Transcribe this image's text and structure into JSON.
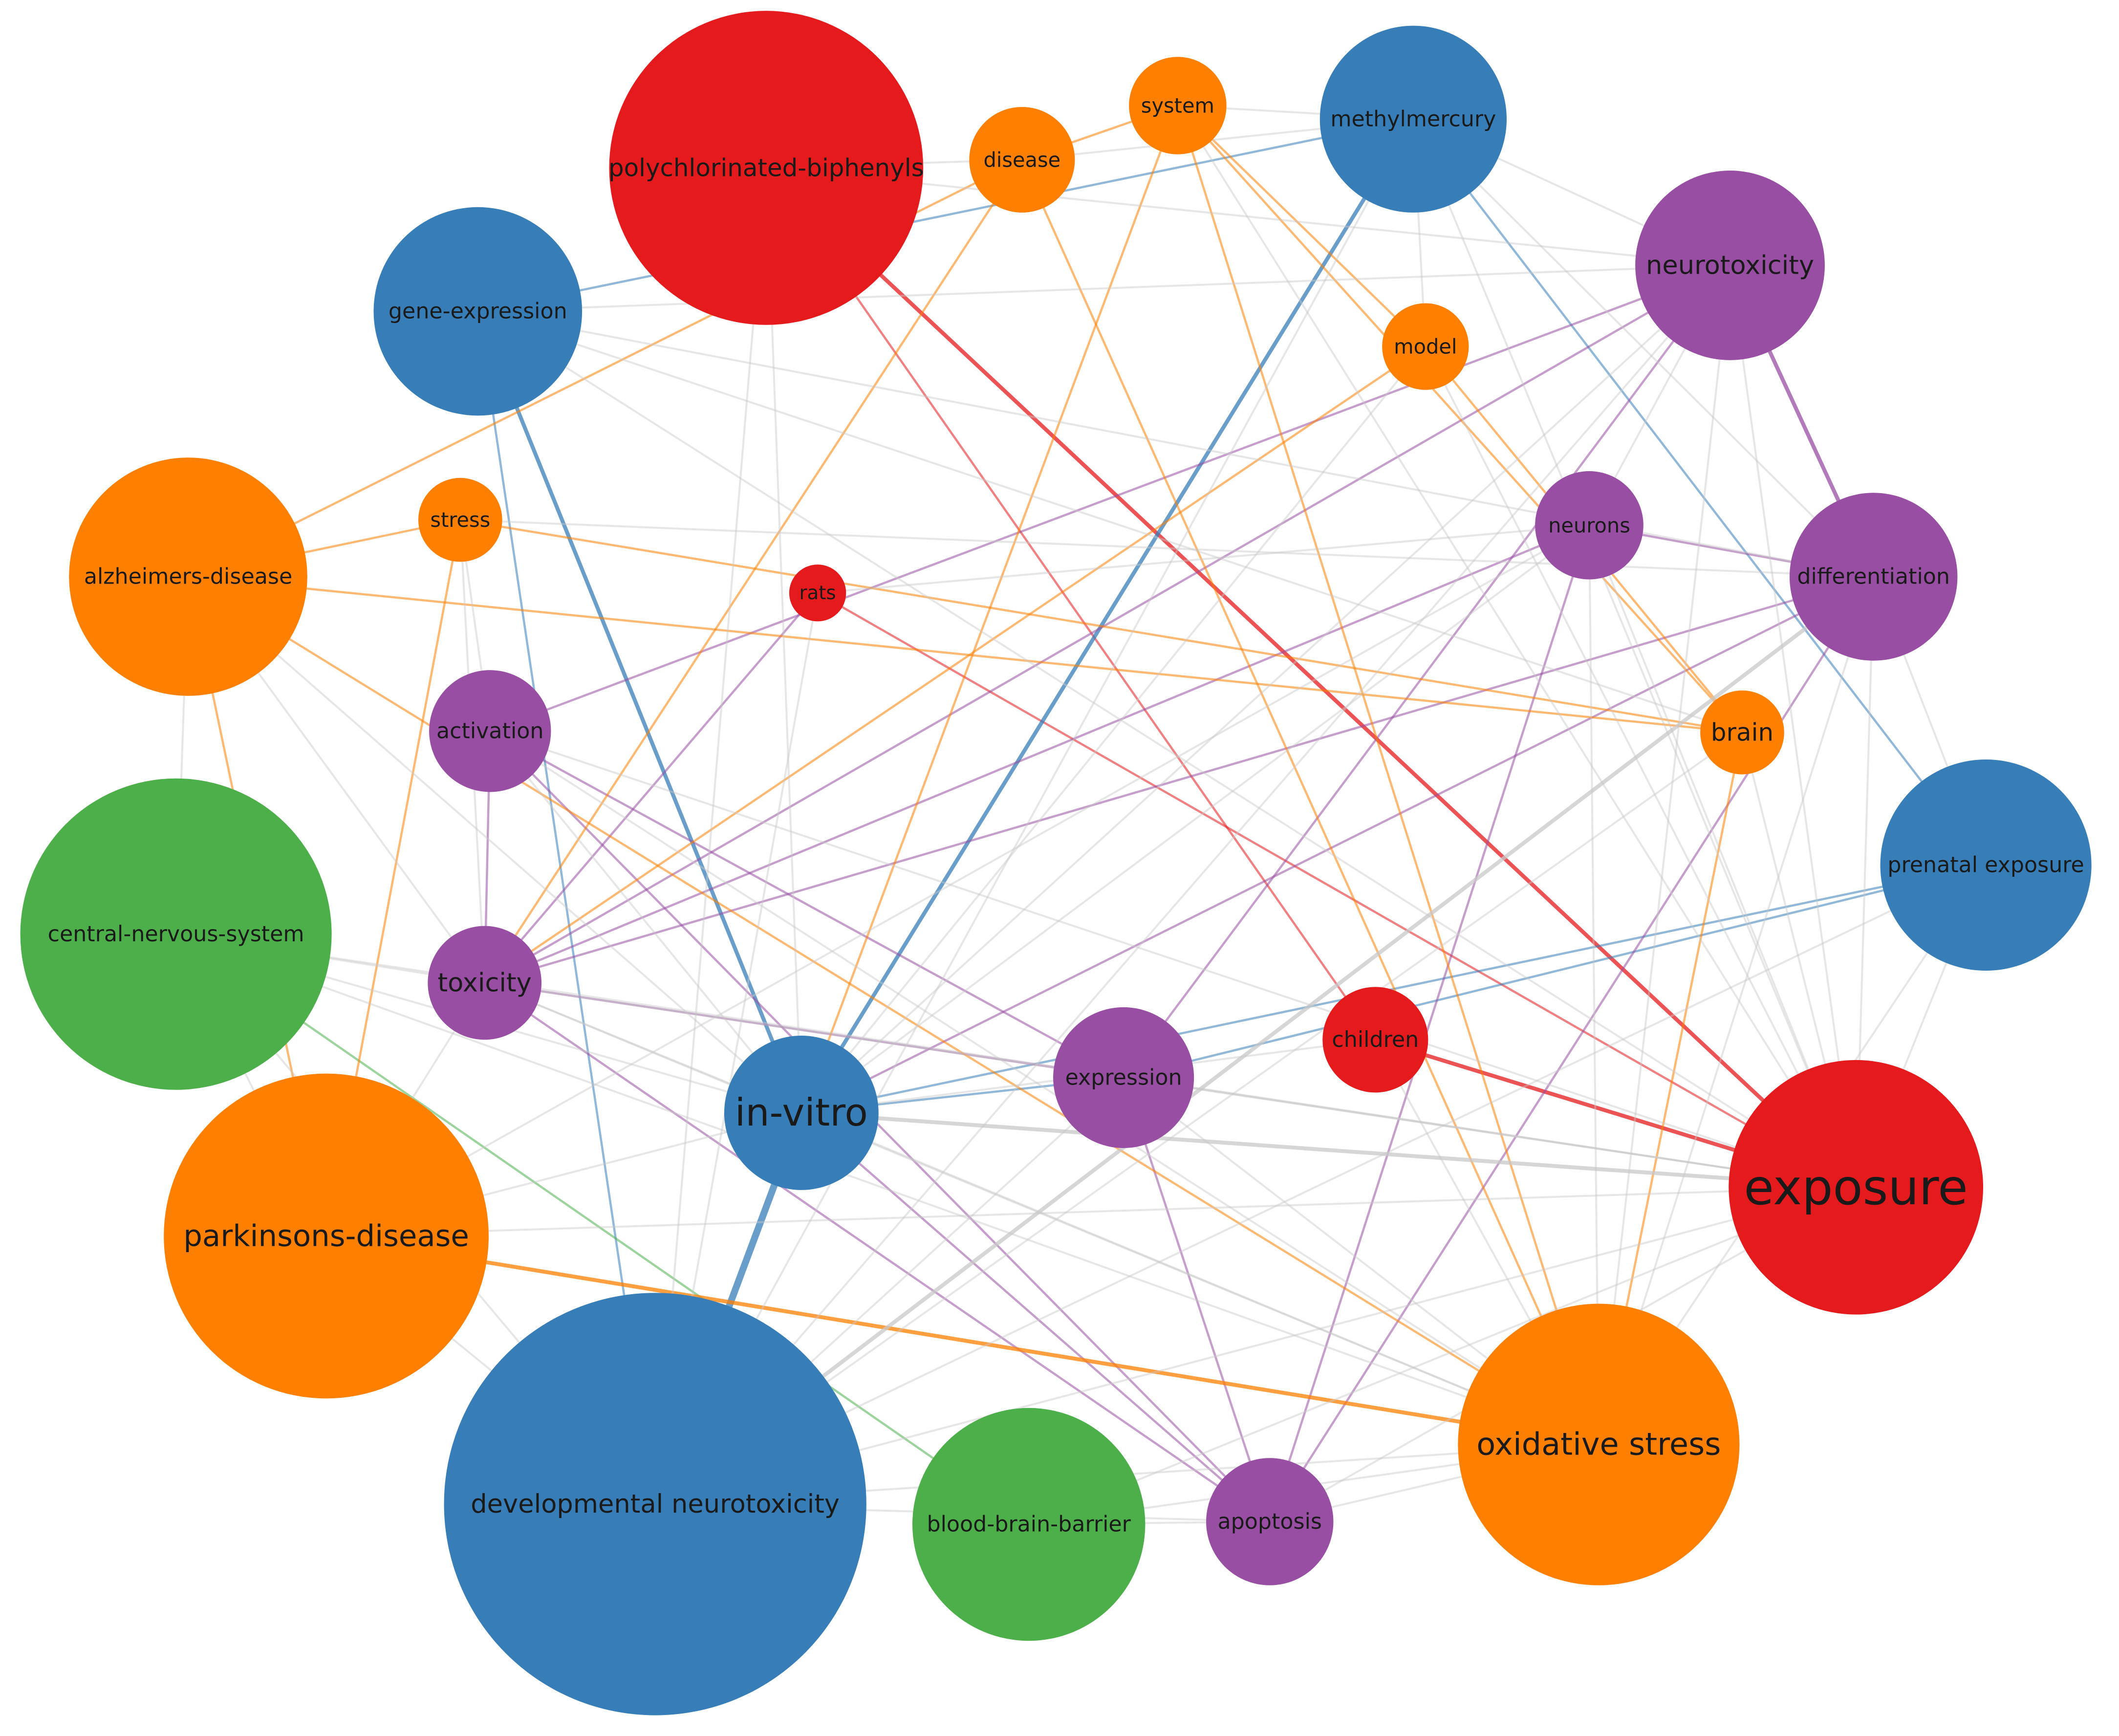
{
  "palette": {
    "red": "#e41a1c",
    "blue": "#377eb8",
    "green": "#4daf4a",
    "purple": "#984ea3",
    "orange": "#ff7f00",
    "edge_gray": "#c8c8c8"
  },
  "nodes": [
    {
      "id": "polychlorinated-biphenyls",
      "label": "polychlorinated-biphenyls",
      "cluster": "red"
    },
    {
      "id": "disease",
      "label": "disease",
      "cluster": "orange"
    },
    {
      "id": "system",
      "label": "system",
      "cluster": "orange"
    },
    {
      "id": "methylmercury",
      "label": "methylmercury",
      "cluster": "blue"
    },
    {
      "id": "gene-expression",
      "label": "gene-expression",
      "cluster": "blue"
    },
    {
      "id": "neurotoxicity",
      "label": "neurotoxicity",
      "cluster": "purple"
    },
    {
      "id": "model",
      "label": "model",
      "cluster": "orange"
    },
    {
      "id": "stress",
      "label": "stress",
      "cluster": "orange"
    },
    {
      "id": "alzheimers-disease",
      "label": "alzheimers-disease",
      "cluster": "orange"
    },
    {
      "id": "neurons",
      "label": "neurons",
      "cluster": "purple"
    },
    {
      "id": "differentiation",
      "label": "differentiation",
      "cluster": "purple"
    },
    {
      "id": "rats",
      "label": "rats",
      "cluster": "red"
    },
    {
      "id": "activation",
      "label": "activation",
      "cluster": "purple"
    },
    {
      "id": "brain",
      "label": "brain",
      "cluster": "orange"
    },
    {
      "id": "prenatal-exposure",
      "label": "prenatal exposure",
      "cluster": "blue"
    },
    {
      "id": "central-nervous-system",
      "label": "central-nervous-system",
      "cluster": "green"
    },
    {
      "id": "toxicity",
      "label": "toxicity",
      "cluster": "purple"
    },
    {
      "id": "children",
      "label": "children",
      "cluster": "red"
    },
    {
      "id": "expression",
      "label": "expression",
      "cluster": "purple"
    },
    {
      "id": "in-vitro",
      "label": "in-vitro",
      "cluster": "blue"
    },
    {
      "id": "exposure",
      "label": "exposure",
      "cluster": "red"
    },
    {
      "id": "parkinsons-disease",
      "label": "parkinsons-disease",
      "cluster": "orange"
    },
    {
      "id": "oxidative-stress",
      "label": "oxidative stress",
      "cluster": "orange"
    },
    {
      "id": "developmental-neurotoxicity",
      "label": "developmental neurotoxicity",
      "cluster": "blue"
    },
    {
      "id": "blood-brain-barrier",
      "label": "blood-brain-barrier",
      "cluster": "green"
    },
    {
      "id": "apoptosis",
      "label": "apoptosis",
      "cluster": "purple"
    }
  ],
  "edges": [
    [
      "polychlorinated-biphenyls",
      "exposure",
      "red"
    ],
    [
      "rats",
      "exposure",
      "red"
    ],
    [
      "children",
      "exposure",
      "red"
    ],
    [
      "polychlorinated-biphenyls",
      "children",
      "red"
    ],
    [
      "in-vitro",
      "developmental-neurotoxicity",
      "blue"
    ],
    [
      "methylmercury",
      "in-vitro",
      "blue"
    ],
    [
      "gene-expression",
      "in-vitro",
      "blue"
    ],
    [
      "in-vitro",
      "expression",
      "blue"
    ],
    [
      "expression",
      "prenatal-exposure",
      "blue"
    ],
    [
      "methylmercury",
      "prenatal-exposure",
      "blue"
    ],
    [
      "gene-expression",
      "methylmercury",
      "blue"
    ],
    [
      "gene-expression",
      "developmental-neurotoxicity",
      "blue"
    ],
    [
      "in-vitro",
      "prenatal-exposure",
      "blue"
    ],
    [
      "central-nervous-system",
      "blood-brain-barrier",
      "green"
    ],
    [
      "neurotoxicity",
      "differentiation",
      "purple"
    ],
    [
      "neurons",
      "differentiation",
      "purple"
    ],
    [
      "activation",
      "toxicity",
      "purple"
    ],
    [
      "rats",
      "toxicity",
      "purple"
    ],
    [
      "neurotoxicity",
      "toxicity",
      "purple"
    ],
    [
      "neurotoxicity",
      "activation",
      "purple"
    ],
    [
      "differentiation",
      "toxicity",
      "purple"
    ],
    [
      "neurons",
      "toxicity",
      "purple"
    ],
    [
      "differentiation",
      "in-vitro",
      "purple"
    ],
    [
      "activation",
      "expression",
      "purple"
    ],
    [
      "activation",
      "apoptosis",
      "purple"
    ],
    [
      "toxicity",
      "expression",
      "purple"
    ],
    [
      "in-vitro",
      "apoptosis",
      "purple"
    ],
    [
      "neurons",
      "apoptosis",
      "purple"
    ],
    [
      "differentiation",
      "apoptosis",
      "purple"
    ],
    [
      "neurotoxicity",
      "expression",
      "purple"
    ],
    [
      "expression",
      "apoptosis",
      "purple"
    ],
    [
      "toxicity",
      "apoptosis",
      "purple"
    ],
    [
      "parkinsons-disease",
      "oxidative-stress",
      "orange"
    ],
    [
      "alzheimers-disease",
      "parkinsons-disease",
      "orange"
    ],
    [
      "stress",
      "alzheimers-disease",
      "orange"
    ],
    [
      "disease",
      "alzheimers-disease",
      "orange"
    ],
    [
      "system",
      "model",
      "orange"
    ],
    [
      "system",
      "brain",
      "orange"
    ],
    [
      "model",
      "brain",
      "orange"
    ],
    [
      "system",
      "disease",
      "orange"
    ],
    [
      "stress",
      "brain",
      "orange"
    ],
    [
      "alzheimers-disease",
      "brain",
      "orange"
    ],
    [
      "brain",
      "oxidative-stress",
      "orange"
    ],
    [
      "system",
      "oxidative-stress",
      "orange"
    ],
    [
      "stress",
      "parkinsons-disease",
      "orange"
    ],
    [
      "disease",
      "toxicity",
      "orange"
    ],
    [
      "model",
      "toxicity",
      "orange"
    ],
    [
      "alzheimers-disease",
      "oxidative-stress",
      "orange"
    ],
    [
      "system",
      "in-vitro",
      "orange"
    ],
    [
      "disease",
      "oxidative-stress",
      "orange"
    ],
    [
      "in-vitro",
      "exposure",
      "gray"
    ],
    [
      "developmental-neurotoxicity",
      "differentiation",
      "gray"
    ],
    [
      "developmental-neurotoxicity",
      "exposure",
      "gray"
    ],
    [
      "developmental-neurotoxicity",
      "neurotoxicity",
      "gray"
    ],
    [
      "developmental-neurotoxicity",
      "oxidative-stress",
      "gray"
    ],
    [
      "developmental-neurotoxicity",
      "apoptosis",
      "gray"
    ],
    [
      "developmental-neurotoxicity",
      "parkinsons-disease",
      "gray"
    ],
    [
      "parkinsons-disease",
      "exposure",
      "gray"
    ],
    [
      "central-nervous-system",
      "exposure",
      "gray"
    ],
    [
      "central-nervous-system",
      "in-vitro",
      "gray"
    ],
    [
      "central-nervous-system",
      "toxicity",
      "gray"
    ],
    [
      "gene-expression",
      "exposure",
      "gray"
    ],
    [
      "gene-expression",
      "differentiation",
      "gray"
    ],
    [
      "methylmercury",
      "exposure",
      "gray"
    ],
    [
      "neurotoxicity",
      "exposure",
      "gray"
    ],
    [
      "neurotoxicity",
      "in-vitro",
      "gray"
    ],
    [
      "neurons",
      "exposure",
      "gray"
    ],
    [
      "neurons",
      "in-vitro",
      "gray"
    ],
    [
      "differentiation",
      "exposure",
      "gray"
    ],
    [
      "prenatal-exposure",
      "oxidative-stress",
      "gray"
    ],
    [
      "prenatal-exposure",
      "exposure",
      "gray"
    ],
    [
      "expression",
      "exposure",
      "gray"
    ],
    [
      "expression",
      "oxidative-stress",
      "gray"
    ],
    [
      "in-vitro",
      "oxidative-stress",
      "gray"
    ],
    [
      "toxicity",
      "exposure",
      "gray"
    ],
    [
      "toxicity",
      "oxidative-stress",
      "gray"
    ],
    [
      "activation",
      "oxidative-stress",
      "gray"
    ],
    [
      "central-nervous-system",
      "oxidative-stress",
      "gray"
    ],
    [
      "blood-brain-barrier",
      "exposure",
      "gray"
    ],
    [
      "blood-brain-barrier",
      "oxidative-stress",
      "gray"
    ],
    [
      "apoptosis",
      "exposure",
      "gray"
    ],
    [
      "polychlorinated-biphenyls",
      "developmental-neurotoxicity",
      "gray"
    ],
    [
      "polychlorinated-biphenyls",
      "in-vitro",
      "gray"
    ],
    [
      "methylmercury",
      "developmental-neurotoxicity",
      "gray"
    ],
    [
      "methylmercury",
      "neurotoxicity",
      "gray"
    ],
    [
      "gene-expression",
      "neurotoxicity",
      "gray"
    ],
    [
      "rats",
      "developmental-neurotoxicity",
      "gray"
    ],
    [
      "model",
      "exposure",
      "gray"
    ],
    [
      "model",
      "in-vitro",
      "gray"
    ],
    [
      "system",
      "exposure",
      "gray"
    ],
    [
      "brain",
      "exposure",
      "gray"
    ],
    [
      "brain",
      "developmental-neurotoxicity",
      "gray"
    ],
    [
      "alzheimers-disease",
      "central-nervous-system",
      "gray"
    ],
    [
      "alzheimers-disease",
      "toxicity",
      "gray"
    ],
    [
      "alzheimers-disease",
      "in-vitro",
      "gray"
    ],
    [
      "stress",
      "activation",
      "gray"
    ],
    [
      "stress",
      "toxicity",
      "gray"
    ],
    [
      "activation",
      "in-vitro",
      "gray"
    ],
    [
      "toxicity",
      "in-vitro",
      "gray"
    ],
    [
      "in-vitro",
      "children",
      "gray"
    ],
    [
      "neurotoxicity",
      "oxidative-stress",
      "gray"
    ],
    [
      "differentiation",
      "oxidative-stress",
      "gray"
    ],
    [
      "neurons",
      "oxidative-stress",
      "gray"
    ],
    [
      "neurotoxicity",
      "neurons",
      "gray"
    ],
    [
      "methylmercury",
      "differentiation",
      "gray"
    ],
    [
      "methylmercury",
      "model",
      "gray"
    ],
    [
      "system",
      "methylmercury",
      "gray"
    ],
    [
      "disease",
      "methylmercury",
      "gray"
    ],
    [
      "disease",
      "polychlorinated-biphenyls",
      "gray"
    ],
    [
      "prenatal-exposure",
      "developmental-neurotoxicity",
      "gray"
    ],
    [
      "prenatal-exposure",
      "differentiation",
      "gray"
    ],
    [
      "apoptosis",
      "oxidative-stress",
      "gray"
    ],
    [
      "blood-brain-barrier",
      "apoptosis",
      "gray"
    ],
    [
      "central-nervous-system",
      "parkinsons-disease",
      "gray"
    ],
    [
      "central-nervous-system",
      "developmental-neurotoxicity",
      "gray"
    ],
    [
      "expression",
      "developmental-neurotoxicity",
      "gray"
    ],
    [
      "children",
      "oxidative-stress",
      "gray"
    ],
    [
      "rats",
      "neurons",
      "gray"
    ],
    [
      "parkinsons-disease",
      "in-vitro",
      "gray"
    ],
    [
      "parkinsons-disease",
      "toxicity",
      "gray"
    ],
    [
      "parkinsons-disease",
      "neurons",
      "gray"
    ],
    [
      "polychlorinated-biphenyls",
      "neurotoxicity",
      "gray"
    ],
    [
      "gene-expression",
      "brain",
      "gray"
    ],
    [
      "activation",
      "exposure",
      "gray"
    ],
    [
      "stress",
      "differentiation",
      "gray"
    ]
  ]
}
